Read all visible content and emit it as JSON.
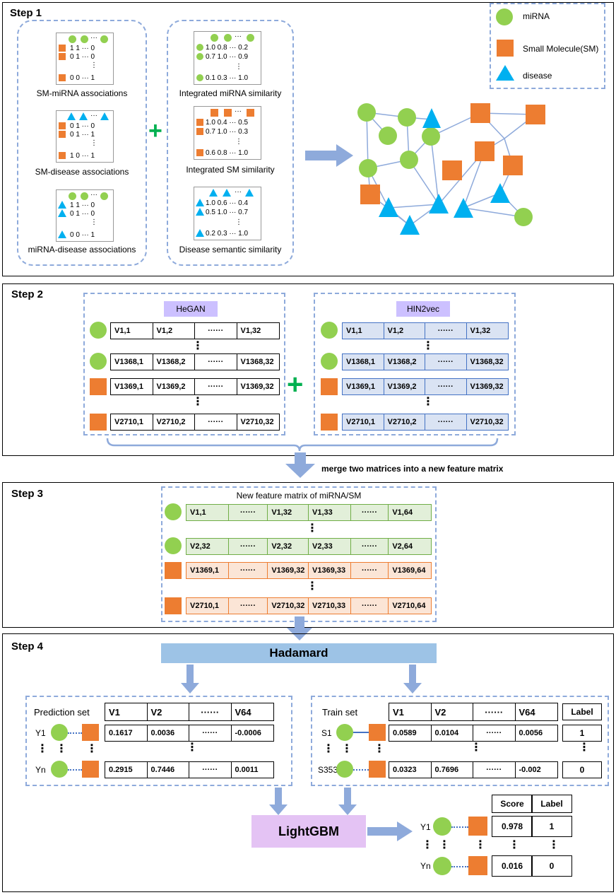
{
  "steps": [
    "Step 1",
    "Step 2",
    "Step 3",
    "Step 4"
  ],
  "legend": {
    "mirna": "miRNA",
    "sm": "Small Molecule(SM)",
    "disease": "disease"
  },
  "step1": {
    "captions": [
      "SM-miRNA associations",
      "SM-disease associations",
      "miRNA-disease associations",
      "Integrated miRNA similarity",
      "Integrated SM similarity",
      "Disease semantic similarity"
    ],
    "m1": [
      "1  1 ··· 0",
      "0  1 ··· 0",
      "0  0 ··· 1"
    ],
    "m2": [
      "0  1 ··· 0",
      "0  1 ··· 1",
      "1  0 ··· 1"
    ],
    "m3": [
      "1  1 ··· 0",
      "0  1 ··· 0",
      "0  0 ··· 1"
    ],
    "s1": [
      "1.0  0.8 ··· 0.2",
      "0.7  1.0 ··· 0.9",
      "0.1  0.3 ··· 1.0"
    ],
    "s2": [
      "1.0  0.4 ··· 0.5",
      "0.7  1.0 ··· 0.3",
      "0.6  0.8 ··· 1.0"
    ],
    "s3": [
      "1.0  0.6 ··· 0.4",
      "0.5  1.0 ··· 0.7",
      "0.2  0.3 ··· 1.0"
    ],
    "plus": "+",
    "dots": "⋮"
  },
  "step2": {
    "hegan": "HeGAN",
    "hin2vec": "HIN2vec",
    "rows": [
      [
        "V1,1",
        "V1,2",
        "······",
        "V1,32"
      ],
      [
        "V1368,1",
        "V1368,2",
        "······",
        "V1368,32"
      ],
      [
        "V1369,1",
        "V1369,2",
        "······",
        "V1369,32"
      ],
      [
        "V2710,1",
        "V2710,2",
        "······",
        "V2710,32"
      ]
    ],
    "merge": "merge two matrices into a new feature matrix"
  },
  "step3": {
    "title": "New feature matrix of  miRNA/SM",
    "rows": [
      [
        "V1,1",
        "······",
        "V1,32",
        "V1,33",
        "······",
        "V1,64"
      ],
      [
        "V2,32",
        "······",
        "V2,32",
        "V2,33",
        "······",
        "V2,64"
      ],
      [
        "V1369,1",
        "······",
        "V1369,32",
        "V1369,33",
        "······",
        "V1369,64"
      ],
      [
        "V2710,1",
        "······",
        "V2710,32",
        "V2710,33",
        "······",
        "V2710,64"
      ]
    ]
  },
  "step4": {
    "hadamard": "Hadamard",
    "prediction_title": "Prediction set",
    "train_title": "Train set",
    "headers": [
      "V1",
      "V2",
      "······",
      "V64"
    ],
    "label_header": "Label",
    "pred_rows": [
      {
        "id": "Y1",
        "vals": [
          "0.1617",
          "0.0036",
          "······",
          "-0.0006"
        ]
      },
      {
        "id": "Yn",
        "vals": [
          "0.2915",
          "0.7446",
          "······",
          "0.0011"
        ]
      }
    ],
    "train_rows": [
      {
        "id": "S1",
        "vals": [
          "0.0589",
          "0.0104",
          "······",
          "0.0056"
        ],
        "label": "1"
      },
      {
        "id": "S3532",
        "vals": [
          "0.0323",
          "0.7696",
          "······",
          "-0.002"
        ],
        "label": "0"
      }
    ],
    "lightgbm": "LightGBM",
    "result_headers": [
      "Score",
      "Label"
    ],
    "results": [
      {
        "id": "Y1",
        "score": "0.978",
        "label": "1"
      },
      {
        "id": "Yn",
        "score": "0.016",
        "label": "0"
      }
    ]
  }
}
